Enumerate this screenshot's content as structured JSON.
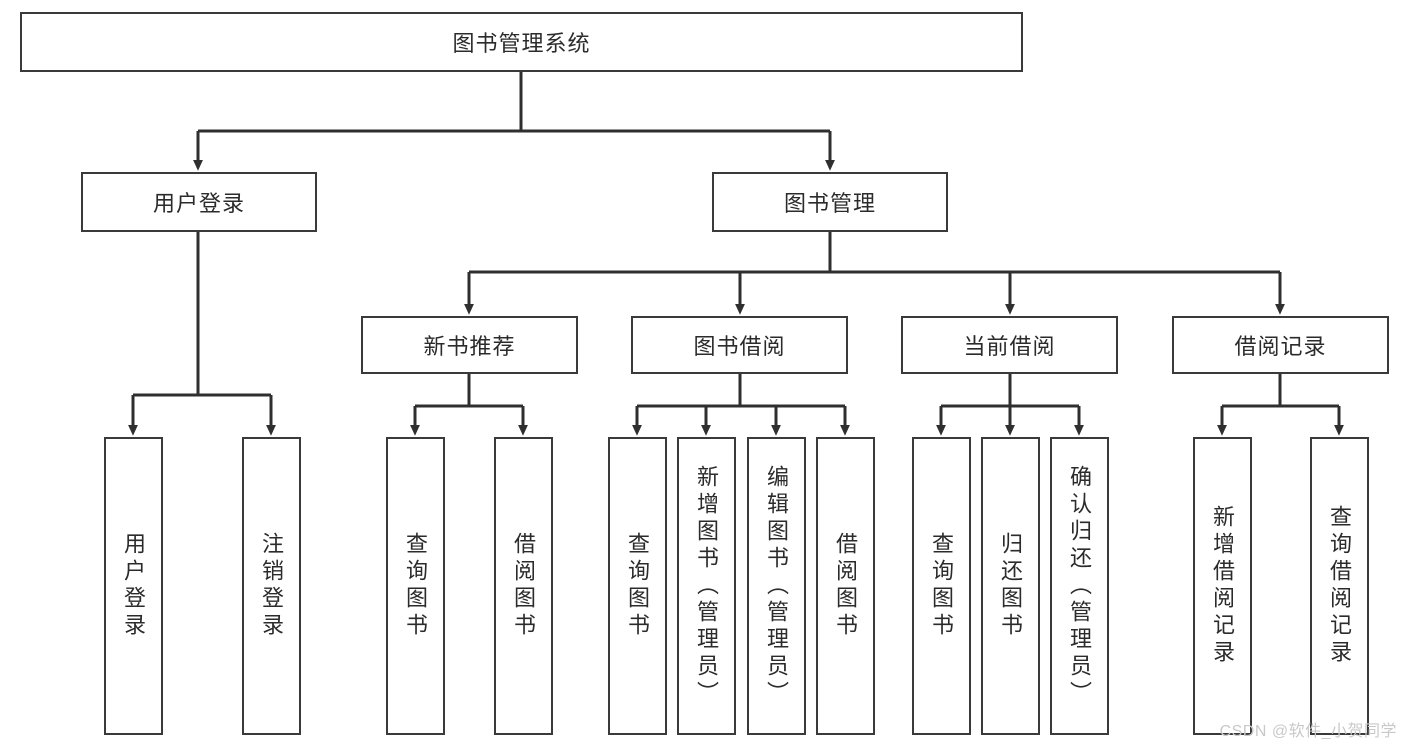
{
  "diagram": {
    "title": "图书管理系统",
    "type": "hierarchy-tree",
    "root": {
      "id": "root",
      "label": "图书管理系统"
    },
    "level2": [
      {
        "id": "user-login",
        "label": "用户登录"
      },
      {
        "id": "book-manage",
        "label": "图书管理"
      }
    ],
    "level3": [
      {
        "id": "new-book-rec",
        "label": "新书推荐"
      },
      {
        "id": "book-borrow",
        "label": "图书借阅"
      },
      {
        "id": "current-borrow",
        "label": "当前借阅"
      },
      {
        "id": "borrow-record",
        "label": "借阅记录"
      }
    ],
    "leaves": {
      "user_login": [
        {
          "id": "leaf-user-login",
          "label": "用户登录"
        },
        {
          "id": "leaf-logout",
          "label": "注销登录"
        }
      ],
      "new_book_rec": [
        {
          "id": "leaf-query-book-1",
          "label": "查询图书"
        },
        {
          "id": "leaf-borrow-book-1",
          "label": "借阅图书"
        }
      ],
      "book_borrow": [
        {
          "id": "leaf-query-book-2",
          "label": "查询图书"
        },
        {
          "id": "leaf-add-book",
          "label": "新增图书（管理员）"
        },
        {
          "id": "leaf-edit-book",
          "label": "编辑图书（管理员）"
        },
        {
          "id": "leaf-borrow-book-2",
          "label": "借阅图书"
        }
      ],
      "current_borrow": [
        {
          "id": "leaf-query-book-3",
          "label": "查询图书"
        },
        {
          "id": "leaf-return-book",
          "label": "归还图书"
        },
        {
          "id": "leaf-confirm-return",
          "label": "确认归还（管理员）"
        }
      ],
      "borrow_record": [
        {
          "id": "leaf-add-record",
          "label": "新增借阅记录"
        },
        {
          "id": "leaf-query-record",
          "label": "查询借阅记录"
        }
      ]
    }
  },
  "watermark": {
    "text": "CSDN @软件_小贺同学"
  },
  "colors": {
    "box_border": "#3a3a3a",
    "box_fill": "#ffffff",
    "text": "#2b2b2b",
    "connector": "#2f2f2f",
    "watermark": "#c9c9c9",
    "background": "#ffffff"
  }
}
